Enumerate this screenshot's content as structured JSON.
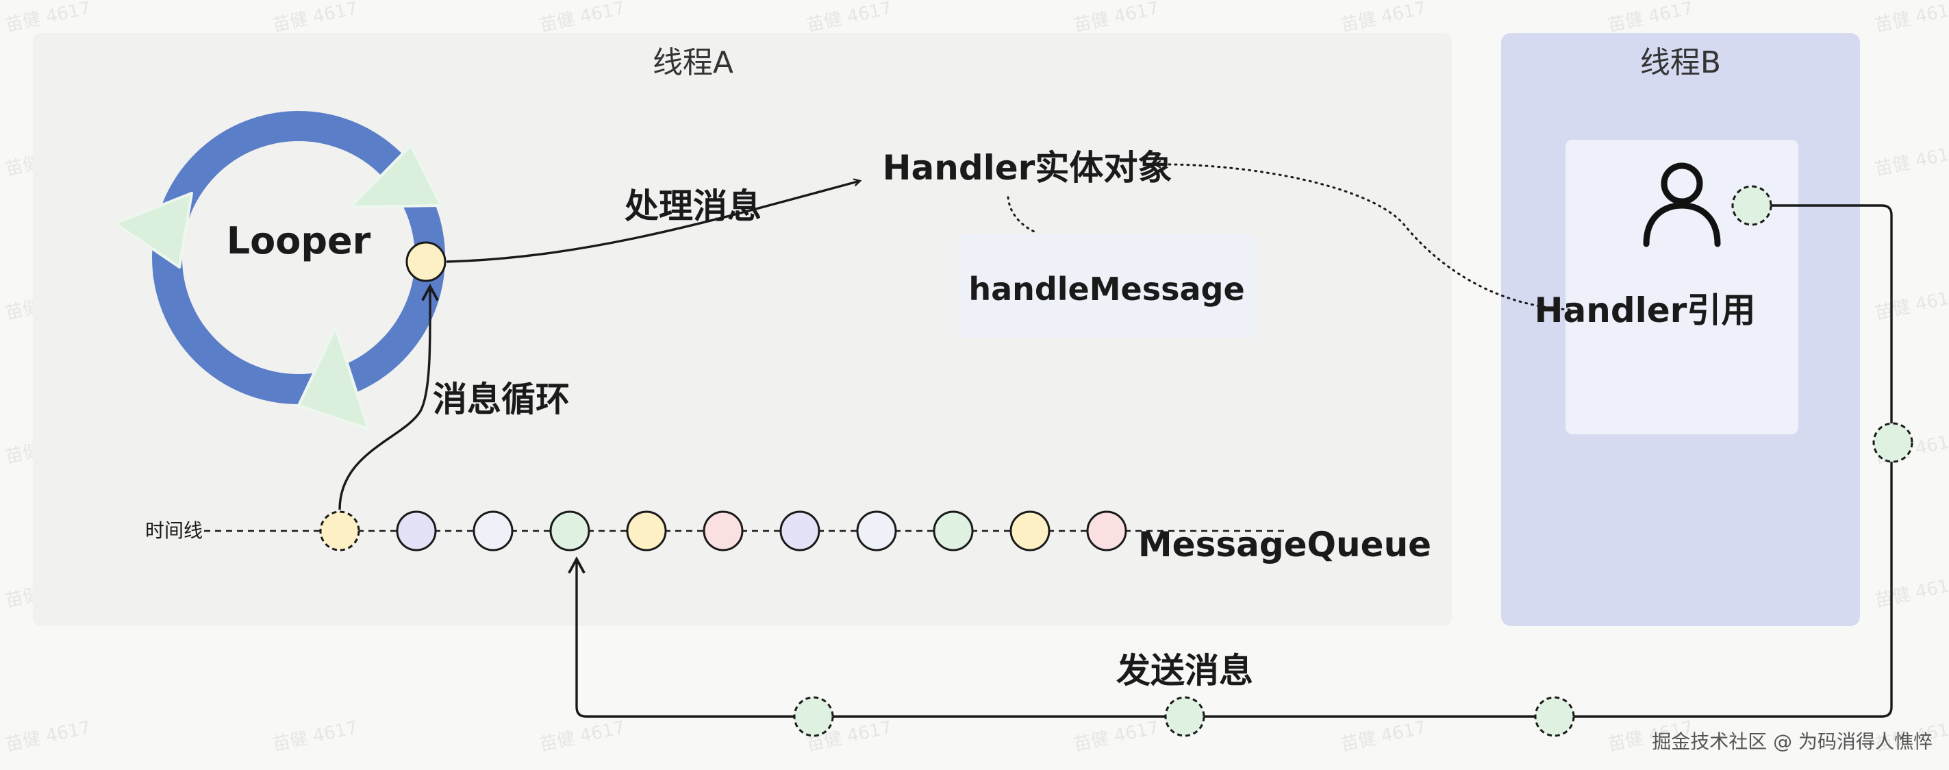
{
  "thread_a": {
    "title": "线程A"
  },
  "thread_b": {
    "title": "线程B"
  },
  "looper": {
    "label": "Looper"
  },
  "labels": {
    "process_message": "处理消息",
    "handler_entity": "Handler实体对象",
    "handle_message": "handleMessage",
    "message_loop": "消息循环",
    "timeline": "时间线",
    "message_queue": "MessageQueue",
    "handler_ref": "Handler引用",
    "send_message": "发送消息"
  },
  "watermark": {
    "text": "苗健 4617"
  },
  "footer": {
    "credit": "掘金技术社区 @ 为码消得人憔悴"
  },
  "queue_items": [
    {
      "fill": "#fdf0c4",
      "dashed": true
    },
    {
      "fill": "#e3e2f7",
      "dashed": false
    },
    {
      "fill": "#eef1f8",
      "dashed": false
    },
    {
      "fill": "#dff2e2",
      "dashed": false
    },
    {
      "fill": "#fdf0c4",
      "dashed": false
    },
    {
      "fill": "#fbe0e2",
      "dashed": false
    },
    {
      "fill": "#e3e2f7",
      "dashed": false
    },
    {
      "fill": "#eef1f8",
      "dashed": false
    },
    {
      "fill": "#dff2e2",
      "dashed": false
    },
    {
      "fill": "#fdf0c4",
      "dashed": false
    },
    {
      "fill": "#fbe0e2",
      "dashed": false
    }
  ],
  "colors": {
    "thread_a_bg": "#f1f1ef",
    "thread_b_bg": "#d6daf1",
    "ring": "#5b7ec9",
    "arrowhead_fill": "#daf0dc",
    "green_node": "#dff2e2",
    "yellow_node": "#fdf0c4",
    "handle_bg": "#eef1f8",
    "ref_card_bg": "#eef0fa"
  }
}
